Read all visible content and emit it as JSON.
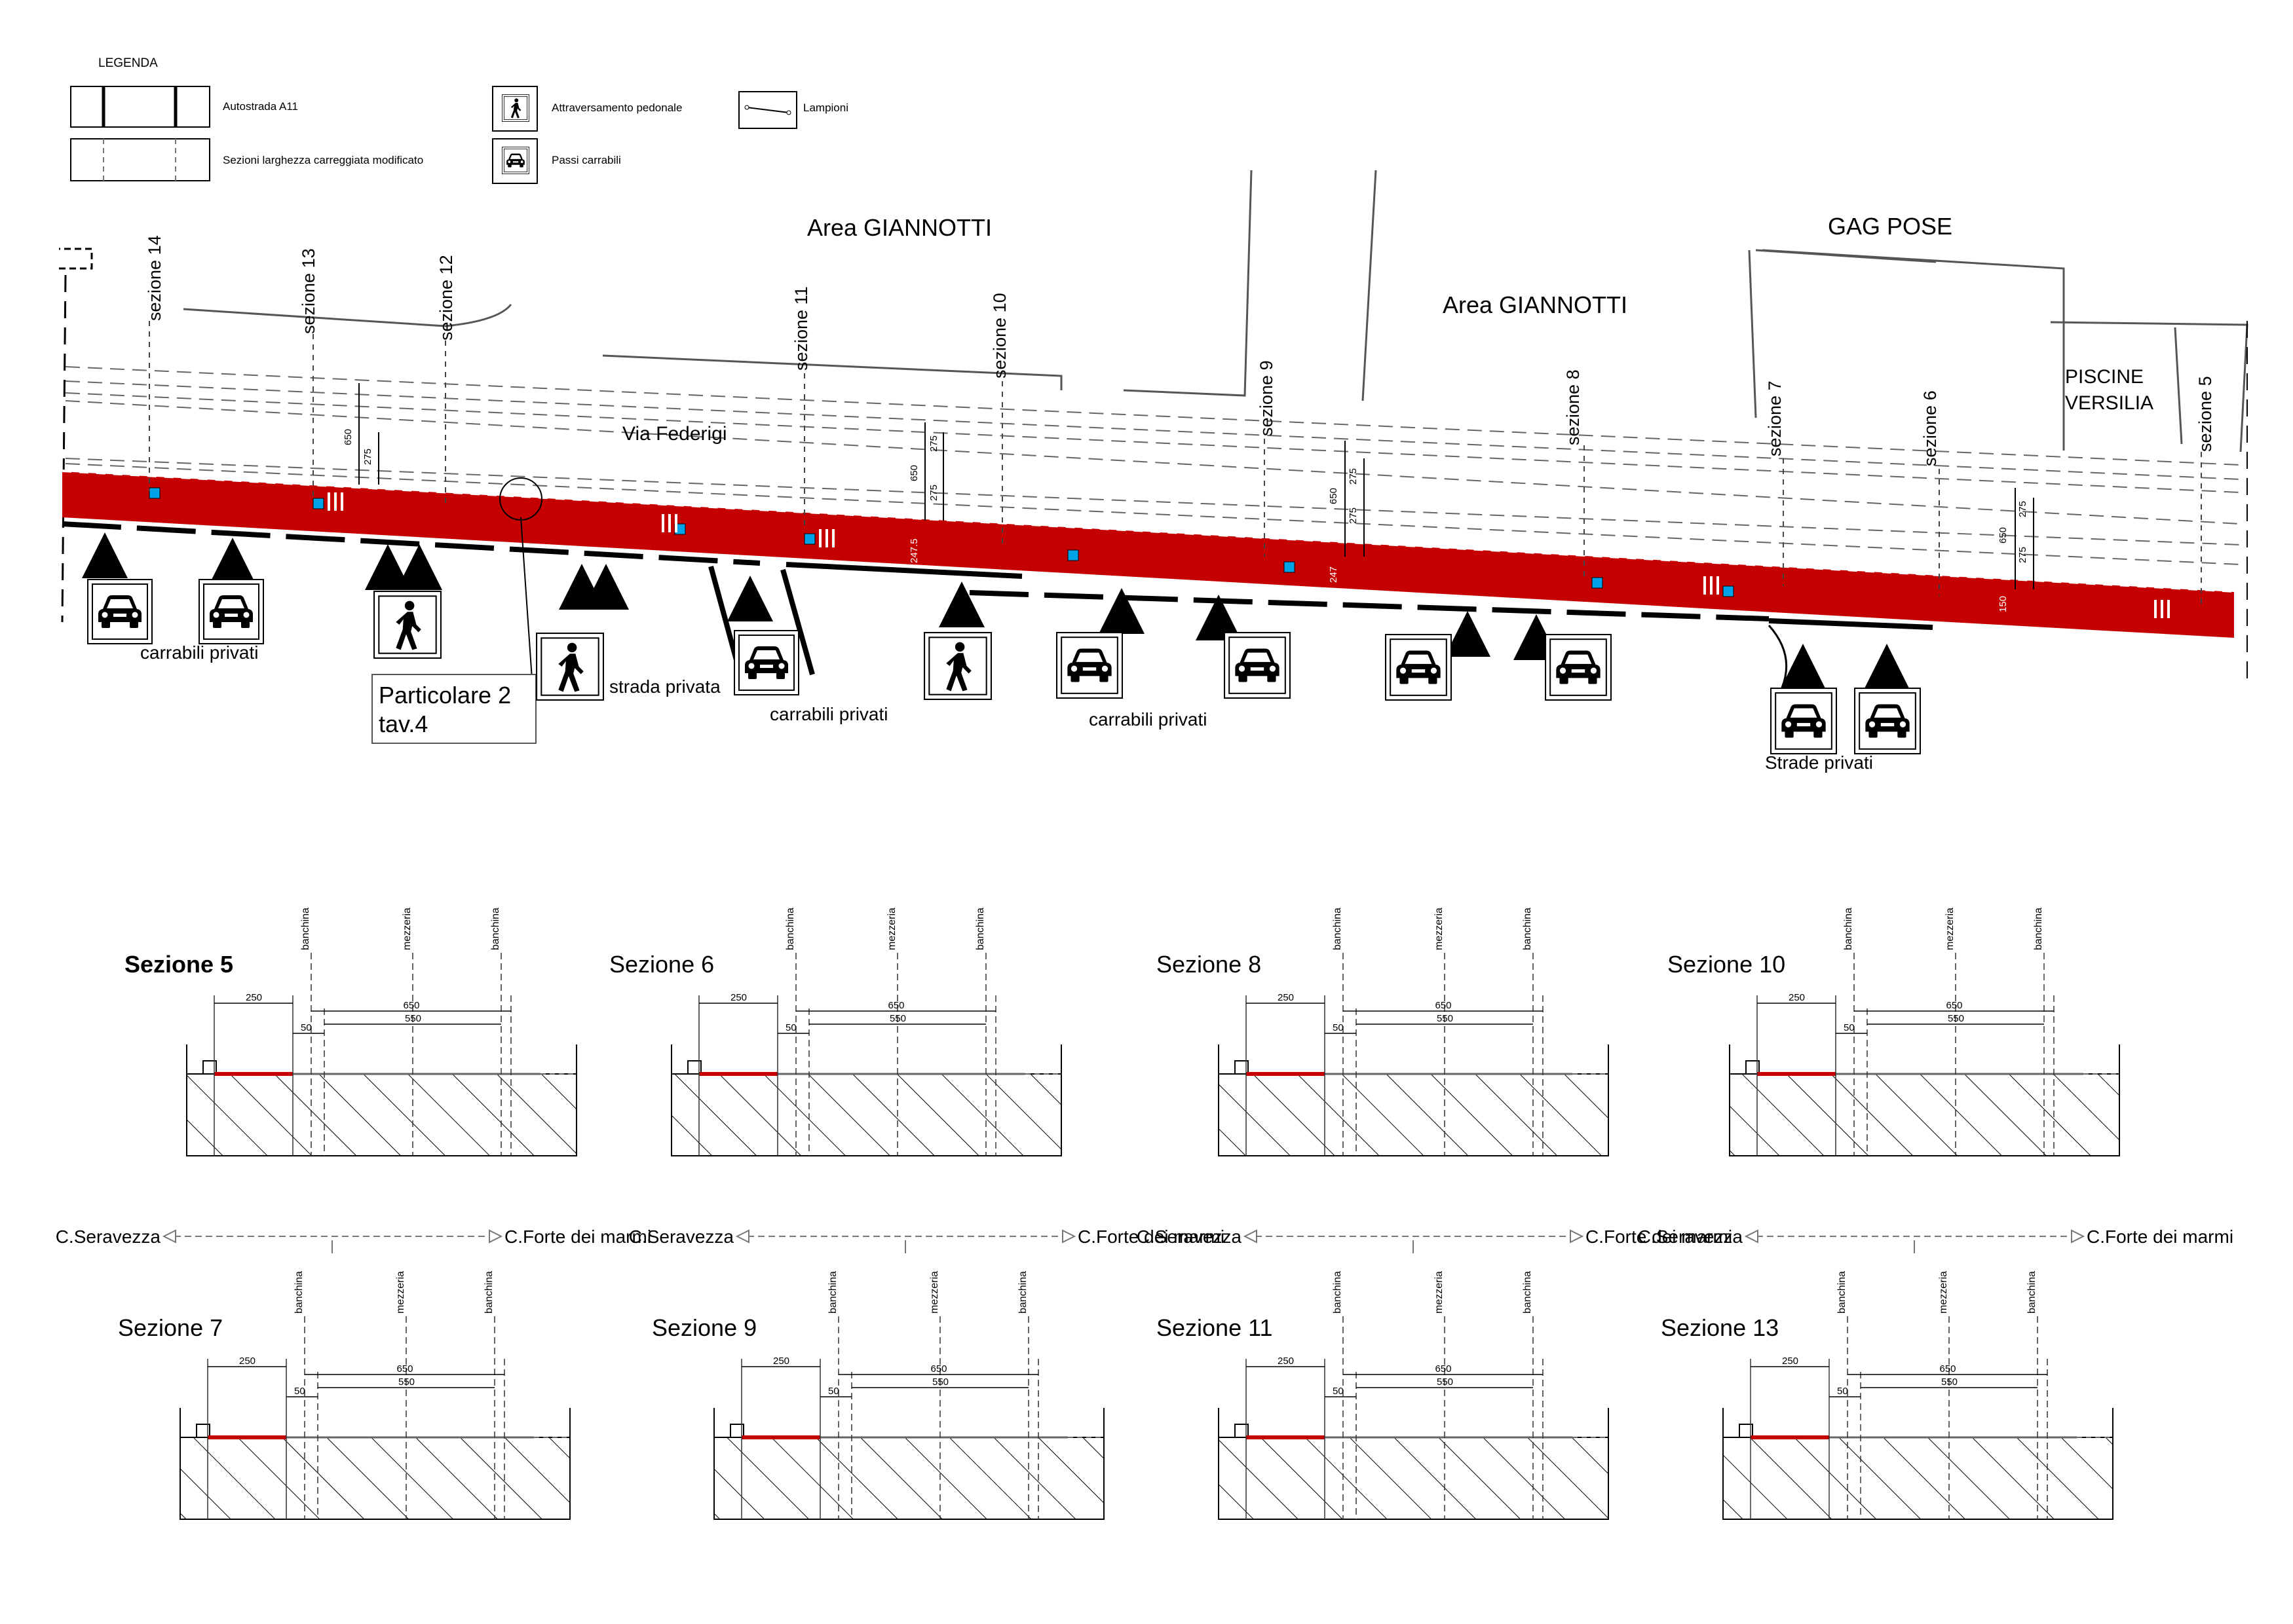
{
  "legend": {
    "title": "LEGENDA",
    "items": [
      {
        "label": "Autostrada A11"
      },
      {
        "label": "Sezioni larghezza carreggiata modificato"
      },
      {
        "label": "Attraversamento pedonale"
      },
      {
        "label": "Passi carrabili"
      },
      {
        "label": "Lampioni"
      }
    ]
  },
  "plan": {
    "area_labels": {
      "giannotti_1": "Area GIANNOTTI",
      "giannotti_2": "Area GIANNOTTI",
      "gag_pose": "GAG POSE",
      "piscine_1": "PISCINE",
      "piscine_2": "VERSILIA",
      "road": "Via Federigi"
    },
    "section_labels": [
      "sezione 14",
      "sezione 13",
      "sezione 12",
      "sezione 11",
      "sezione 10",
      "sezione 9",
      "sezione 8",
      "sezione 7",
      "sezione 6",
      "sezione 5"
    ],
    "access_labels": {
      "carrabili_1": "carrabili privati",
      "strada_privata": "strada privata",
      "carrabili_2": "carrabili privati",
      "carrabili_3": "carrabili privati",
      "strade_privati": "Strade privati"
    },
    "particolare": {
      "line1": "Particolare 2",
      "line2": "tav.4"
    },
    "dims": {
      "d650": "650",
      "d275": "275",
      "d2475": "247.5",
      "d247": "247",
      "d150": "150"
    }
  },
  "sections": {
    "top": [
      {
        "title": "Sezione 5"
      },
      {
        "title": "Sezione 6"
      },
      {
        "title": "Sezione 8"
      },
      {
        "title": "Sezione 10"
      }
    ],
    "bottom": [
      {
        "title": "Sezione 7"
      },
      {
        "title": "Sezione 9"
      },
      {
        "title": "Sezione 11"
      },
      {
        "title": "Sezione 13"
      }
    ],
    "dims": {
      "d250": "250",
      "d50": "50",
      "d650": "650",
      "d550": "550"
    },
    "labels": {
      "banchina": "banchina",
      "mezzeria": "mezzeria"
    }
  },
  "directions": {
    "left": "C.Seravezza",
    "right": "C.Forte dei marmi"
  },
  "colors": {
    "bike_lane": "#c40000",
    "accent": "#00a2e8"
  }
}
